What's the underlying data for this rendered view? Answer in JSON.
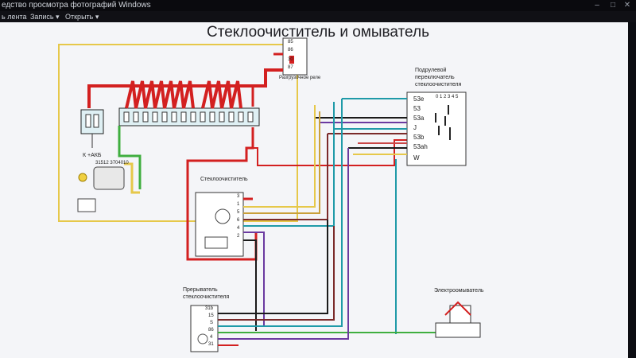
{
  "window": {
    "title": "едство просмотра фотографий Windows"
  },
  "menu": {
    "items": [
      "ь лента",
      "Запись ▾",
      "Открыть ▾"
    ]
  },
  "diagram": {
    "title": "Стеклоочиститель и омыватель",
    "relay_label": "Разгрузочное реле",
    "relay_pins": [
      "85",
      "86",
      "30",
      "87"
    ],
    "akb_label": "К +АКБ",
    "ignition_label": "31512 3704010",
    "column_switch_label": "Подрулевой переключатель стеклоочистителя",
    "column_switch_header": "0 1 2 3 4 5",
    "column_switch_pins": [
      "53e",
      "53",
      "53a",
      "J",
      "53b",
      "53ah",
      "W"
    ],
    "wiper_label": "Стеклоочиститель",
    "wiper_pins": [
      "3",
      "1",
      "5",
      "6",
      "4",
      "2"
    ],
    "interrupter_label": "Прерыватель стеклоочистителя",
    "interrupter_pins": [
      "31b",
      "15",
      "S",
      "86",
      "4",
      "31"
    ],
    "washer_label": "Электроомыватель"
  }
}
